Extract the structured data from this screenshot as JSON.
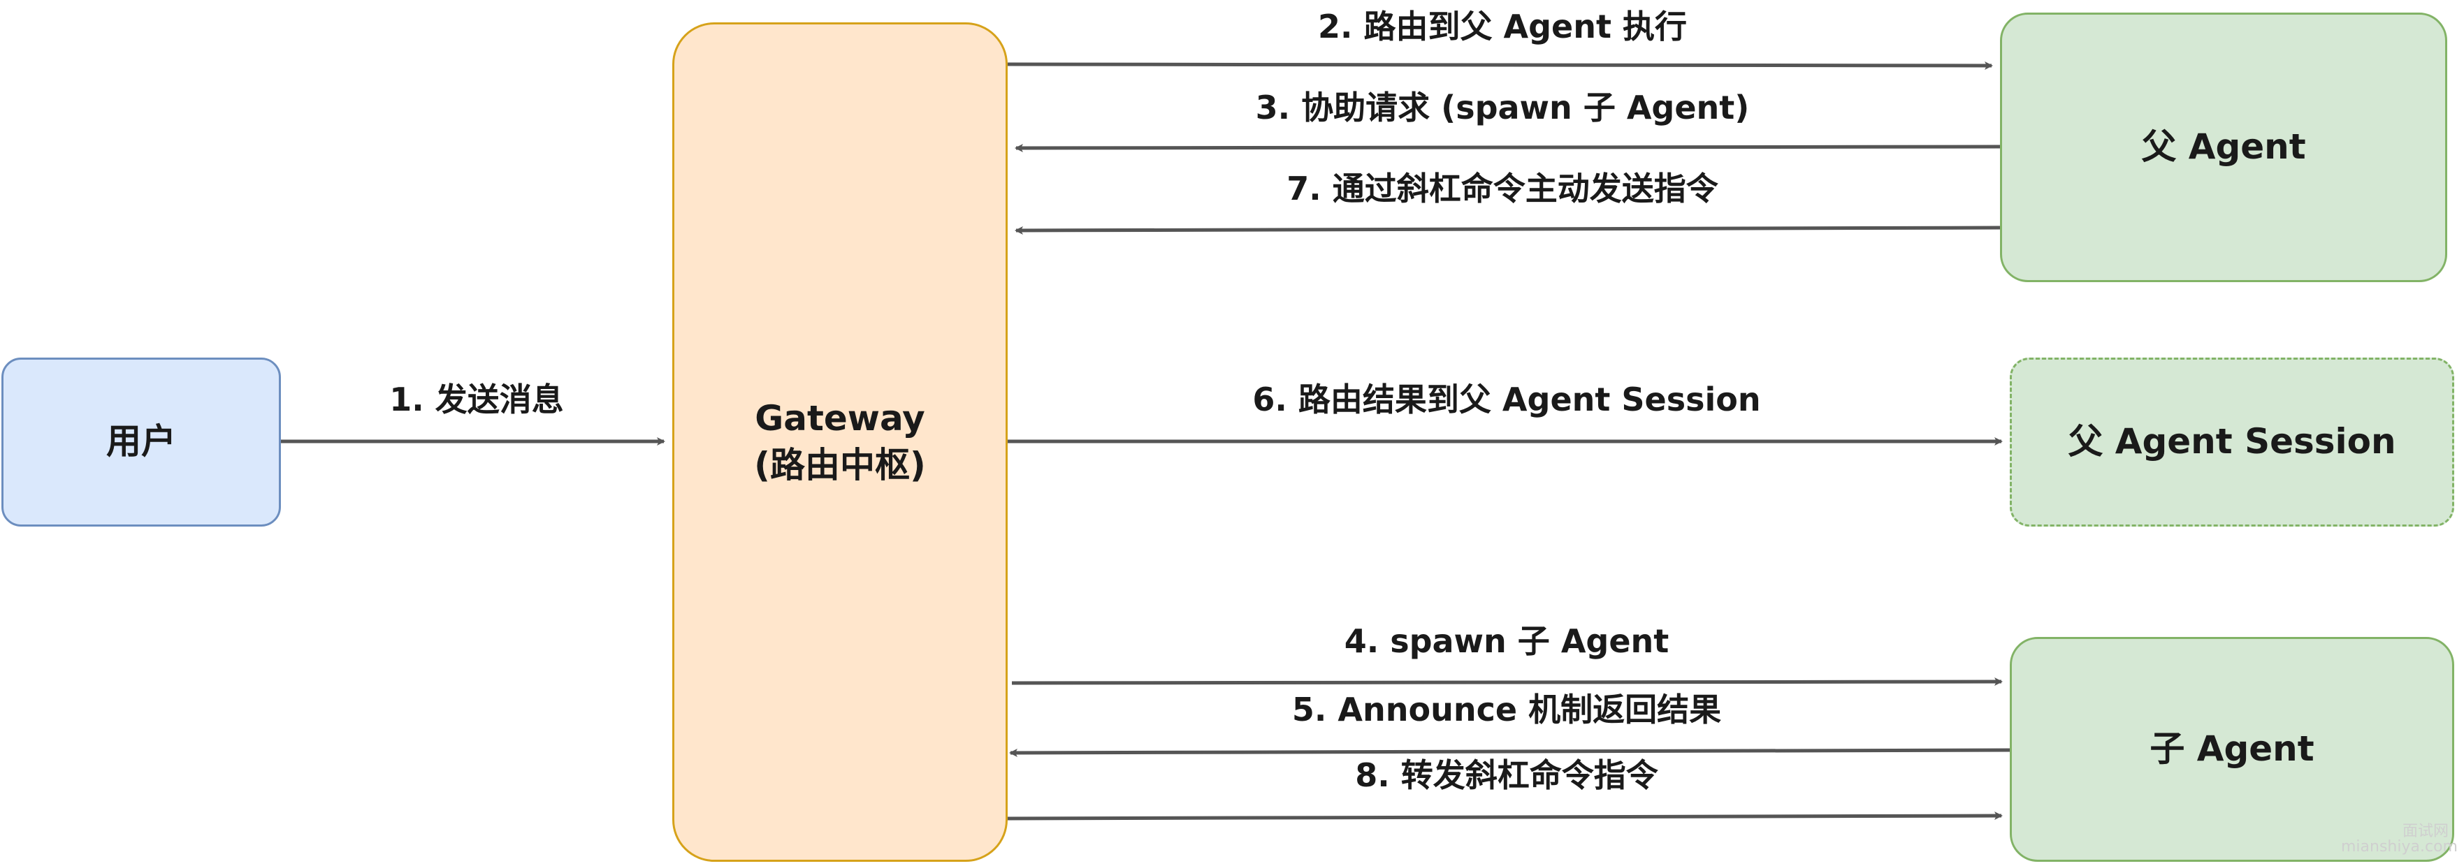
{
  "nodes": {
    "user": "用户",
    "gateway": "Gateway\n(路由中枢)",
    "parent_agent": "父 Agent",
    "parent_session": "父 Agent Session",
    "child_agent": "子 Agent"
  },
  "edges": [
    {
      "id": "e1",
      "label": "1. 发送消息"
    },
    {
      "id": "e2",
      "label": "2. 路由到父 Agent 执行"
    },
    {
      "id": "e3",
      "label": "3. 协助请求 (spawn 子 Agent)"
    },
    {
      "id": "e7",
      "label": "7. 通过斜杠命令主动发送指令"
    },
    {
      "id": "e6",
      "label": "6. 路由结果到父 Agent Session"
    },
    {
      "id": "e4",
      "label": "4. spawn 子 Agent"
    },
    {
      "id": "e5",
      "label": "5. Announce 机制返回结果"
    },
    {
      "id": "e8",
      "label": "8. 转发斜杠命令指令"
    }
  ],
  "watermark": {
    "line1": "面试网",
    "line2": "mianshiya.com"
  },
  "colors": {
    "edge": "#555555"
  }
}
